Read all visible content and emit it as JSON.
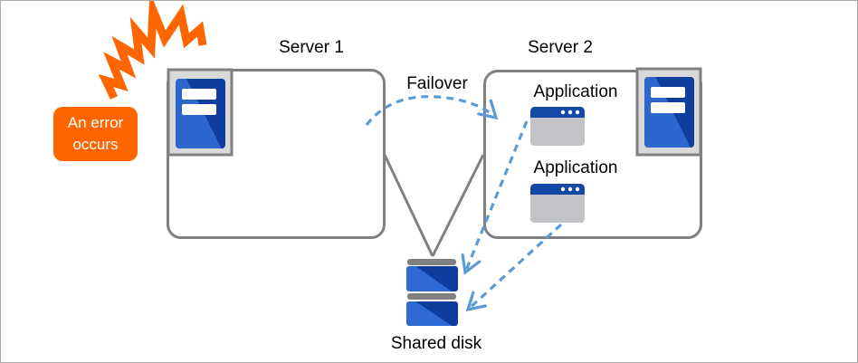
{
  "labels": {
    "server1": "Server 1",
    "server2": "Server 2",
    "failover": "Failover",
    "application1": "Application",
    "application2": "Application",
    "shared_disk": "Shared disk",
    "error_callout": "An error\noccurs"
  },
  "icons": {
    "error_burst": "lightning-burst-icon",
    "server1": "server-icon",
    "server2": "server-icon",
    "application1": "application-window-icon",
    "application2": "application-window-icon",
    "shared_disk": "shared-disk-icon"
  },
  "colors": {
    "accent_orange": "#ff6600",
    "arrow_blue": "#5b9bd5",
    "connector_gray": "#808080",
    "icon_frame_gray": "#d9d9d9",
    "server_blue_light": "#2d66cc",
    "server_blue_dark": "#0f3d9e",
    "app_titlebar_blue": "#1649a5",
    "app_body_gray": "#c1c3c6",
    "canvas_border": "#ababab",
    "text_black": "#000000",
    "callout_text_white": "#ffffff"
  }
}
